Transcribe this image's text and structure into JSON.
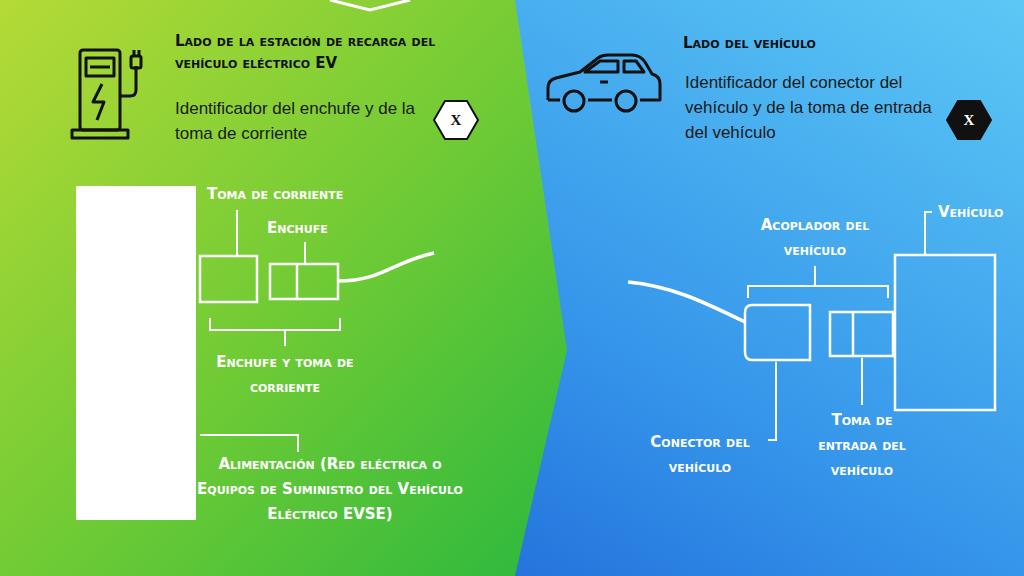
{
  "diagram": {
    "nodes": [
      {
        "text": [
          "X"
        ]
      },
      {
        "text": [
          "X"
        ]
      }
    ],
    "labels": [
      "Lado de la estación de recarga del vehículo eléctrico EV",
      "Identificador del enchufe y de la toma de corriente",
      "Lado del vehículo",
      "Identificador del conector del vehículo y de la toma de entrada del vehículo",
      "Toma de corriente",
      "Enchufe",
      "Enchufe y toma de corriente",
      "Alimentación (Red eléctrica o Equipos de Suministro del Vehículo Eléctrico EVSE)",
      "Vehículo",
      "Acoplador del vehículo",
      "Conector del vehículo",
      "Toma de entrada del vehículo"
    ]
  }
}
